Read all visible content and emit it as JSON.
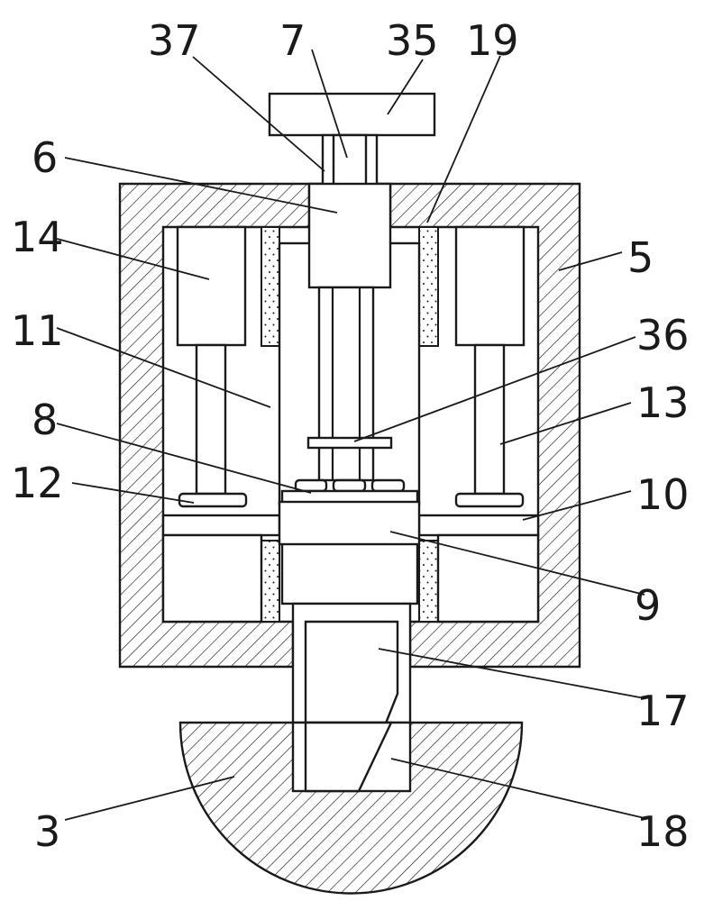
{
  "labels": {
    "l37": "37",
    "l7": "7",
    "l35": "35",
    "l19": "19",
    "l6": "6",
    "l14": "14",
    "l5": "5",
    "l11": "11",
    "l36": "36",
    "l13": "13",
    "l8": "8",
    "l12": "12",
    "l10": "10",
    "l9": "9",
    "l17": "17",
    "l3": "3",
    "l18": "18"
  }
}
